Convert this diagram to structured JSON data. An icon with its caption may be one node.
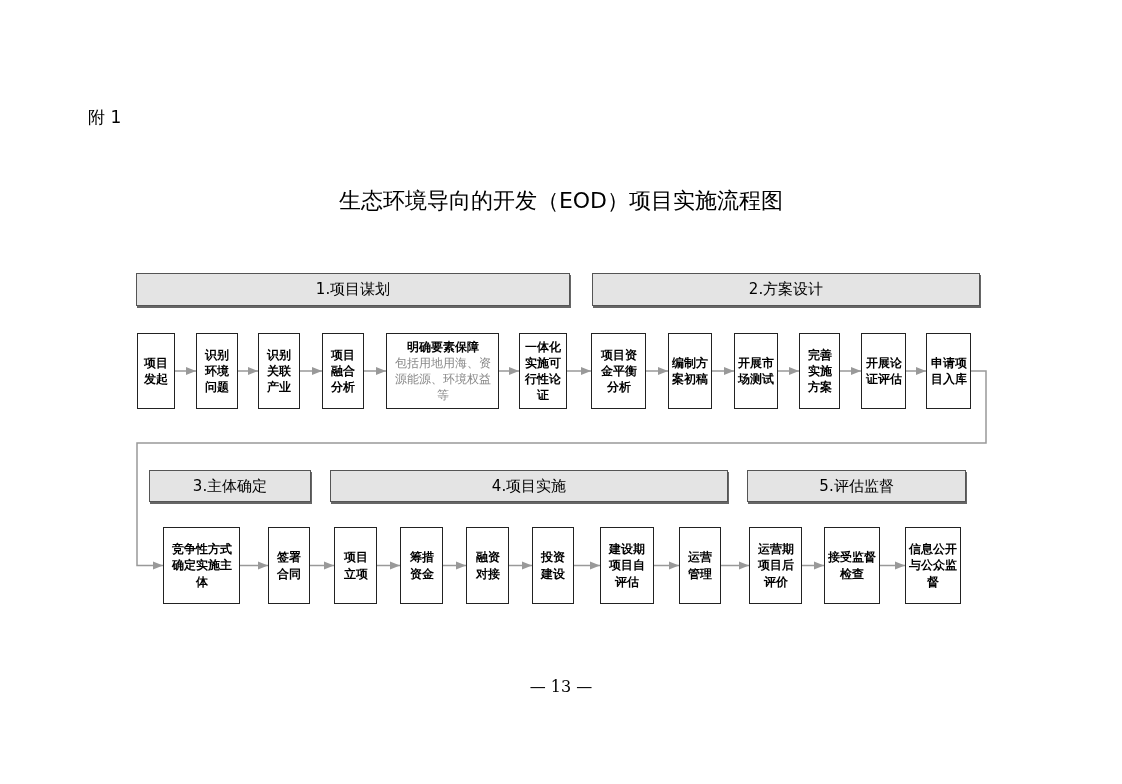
{
  "diagram": {
    "title": "生态环境导向的开发（EOD）项目实施流程图",
    "nodes": [
      {
        "text": [
          "1.项目谋划"
        ]
      },
      {
        "text": [
          "2.方案设计"
        ]
      },
      {
        "text": [
          "项目发起"
        ]
      },
      {
        "text": [
          "识别环境问题"
        ]
      },
      {
        "text": [
          "识别关联产业"
        ]
      },
      {
        "text": [
          "项目融合分析"
        ]
      },
      {
        "text": [
          "明确要素保障",
          "包括用地用海、资源能源、环境权益等"
        ]
      },
      {
        "text": [
          "一体化实施可行性论证"
        ]
      },
      {
        "text": [
          "项目资金平衡分析"
        ]
      },
      {
        "text": [
          "编制方案初稿"
        ]
      },
      {
        "text": [
          "开展市场测试"
        ]
      },
      {
        "text": [
          "完善实施方案"
        ]
      },
      {
        "text": [
          "开展论证评估"
        ]
      },
      {
        "text": [
          "申请项目入库"
        ]
      },
      {
        "text": [
          "3.主体确定"
        ]
      },
      {
        "text": [
          "4.项目实施"
        ]
      },
      {
        "text": [
          "5.评估监督"
        ]
      },
      {
        "text": [
          "竞争性方式确定实施主体"
        ]
      },
      {
        "text": [
          "签署合同"
        ]
      },
      {
        "text": [
          "项目立项"
        ]
      },
      {
        "text": [
          "筹措资金"
        ]
      },
      {
        "text": [
          "融资对接"
        ]
      },
      {
        "text": [
          "投资建设"
        ]
      },
      {
        "text": [
          "建设期项目自评估"
        ]
      },
      {
        "text": [
          "运营管理"
        ]
      },
      {
        "text": [
          "运营期项目后评价"
        ]
      },
      {
        "text": [
          "接受监督检查"
        ]
      },
      {
        "text": [
          "信息公开与公众监督"
        ]
      }
    ],
    "edges": [
      {
        "from": 2,
        "to": 3,
        "arrow": "to"
      },
      {
        "from": 3,
        "to": 4,
        "arrow": "to"
      },
      {
        "from": 4,
        "to": 5,
        "arrow": "to"
      },
      {
        "from": 5,
        "to": 6,
        "arrow": "to"
      },
      {
        "from": 6,
        "to": 7,
        "arrow": "to"
      },
      {
        "from": 7,
        "to": 8,
        "arrow": "to"
      },
      {
        "from": 8,
        "to": 9,
        "arrow": "to"
      },
      {
        "from": 9,
        "to": 10,
        "arrow": "to"
      },
      {
        "from": 10,
        "to": 11,
        "arrow": "to"
      },
      {
        "from": 11,
        "to": 12,
        "arrow": "to"
      },
      {
        "from": 12,
        "to": 13,
        "arrow": "to"
      },
      {
        "from": 13,
        "to": 17,
        "arrow": "to"
      },
      {
        "from": 17,
        "to": 18,
        "arrow": "to"
      },
      {
        "from": 18,
        "to": 19,
        "arrow": "to"
      },
      {
        "from": 19,
        "to": 20,
        "arrow": "to"
      },
      {
        "from": 20,
        "to": 21,
        "arrow": "to"
      },
      {
        "from": 21,
        "to": 22,
        "arrow": "to"
      },
      {
        "from": 22,
        "to": 23,
        "arrow": "to"
      },
      {
        "from": 23,
        "to": 24,
        "arrow": "to"
      },
      {
        "from": 24,
        "to": 25,
        "arrow": "to"
      },
      {
        "from": 25,
        "to": 26,
        "arrow": "to"
      },
      {
        "from": 26,
        "to": 27,
        "arrow": "to"
      }
    ],
    "labels": [
      "附 1",
      "— 13 —"
    ]
  }
}
